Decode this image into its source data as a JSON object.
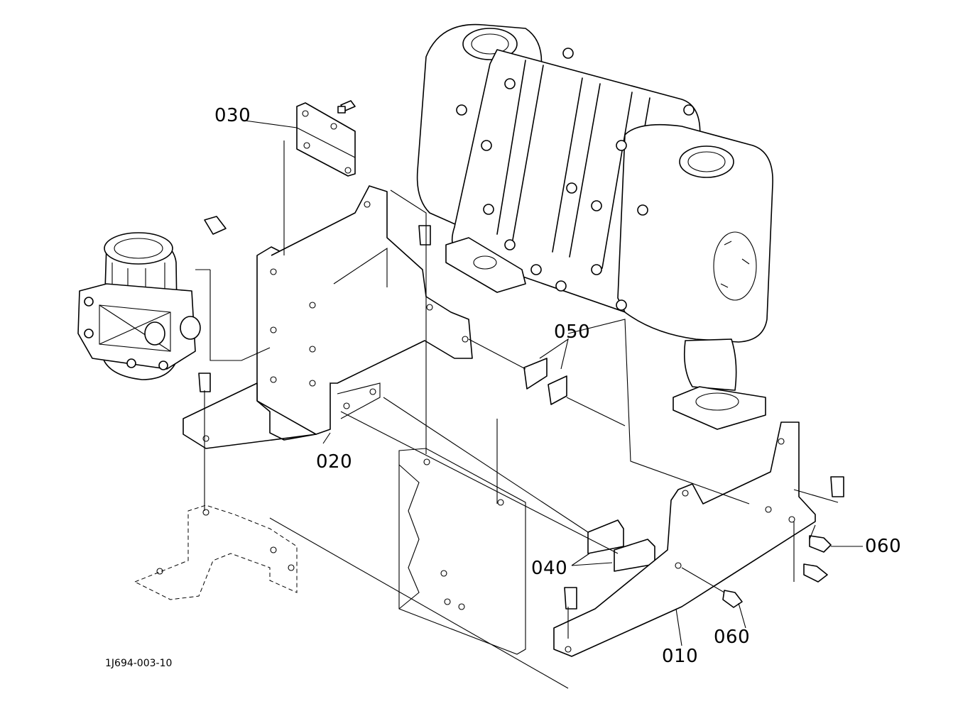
{
  "diagram": {
    "document_id": "1J694-003-10",
    "callouts": [
      {
        "id": "010",
        "text": "010"
      },
      {
        "id": "020",
        "text": "020"
      },
      {
        "id": "030",
        "text": "030"
      },
      {
        "id": "040",
        "text": "040"
      },
      {
        "id": "050",
        "text": "050"
      },
      {
        "id": "060a",
        "text": "060"
      },
      {
        "id": "060b",
        "text": "060"
      }
    ]
  }
}
